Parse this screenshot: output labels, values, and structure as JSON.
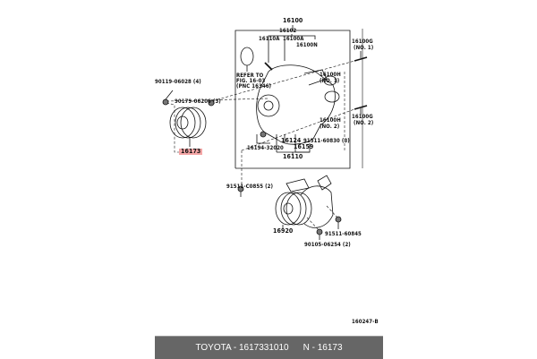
{
  "diagram": {
    "figure_id": "160247-B",
    "labels": {
      "assy": "16100",
      "sub_assy": "16102",
      "p16110A": "16110A",
      "p16100A": "16100A",
      "p16100N": "16100N",
      "refer_line1": "REFER TO",
      "refer_line2": "FIG. 16-03",
      "refer_line3": "(PNC 16346)",
      "p16100G_1": "16100G",
      "p16100G_1_no": "(NO. 1)",
      "p16100H_1": "16100H",
      "p16100H_1_no": "(NO. 1)",
      "p16100H_2": "16100H",
      "p16100H_2_no": "(NO. 2)",
      "p16100G_2": "16100G",
      "p16100G_2_no": "(NO. 2)",
      "p90119": "90119-06028 (4)",
      "p90179": "90179-06206 (3)",
      "p16173": "16173",
      "p16194": "16194-32020",
      "p16124": "16124",
      "p16159": "16159",
      "p91511_60830": "91511-60830 (3)",
      "p16110": "16110",
      "p91511_c0855": "91511-C0855 (2)",
      "p16920": "16920",
      "p91511_60845": "91511-60845",
      "p90105": "90105-06254 (2)"
    },
    "highlighted_part": "16173",
    "highlight_color": "#f4a6a6"
  },
  "footer": {
    "brand_part": "TOYOTA - 1617331010",
    "oem_ref": "N - 16173",
    "background": "#666666"
  }
}
